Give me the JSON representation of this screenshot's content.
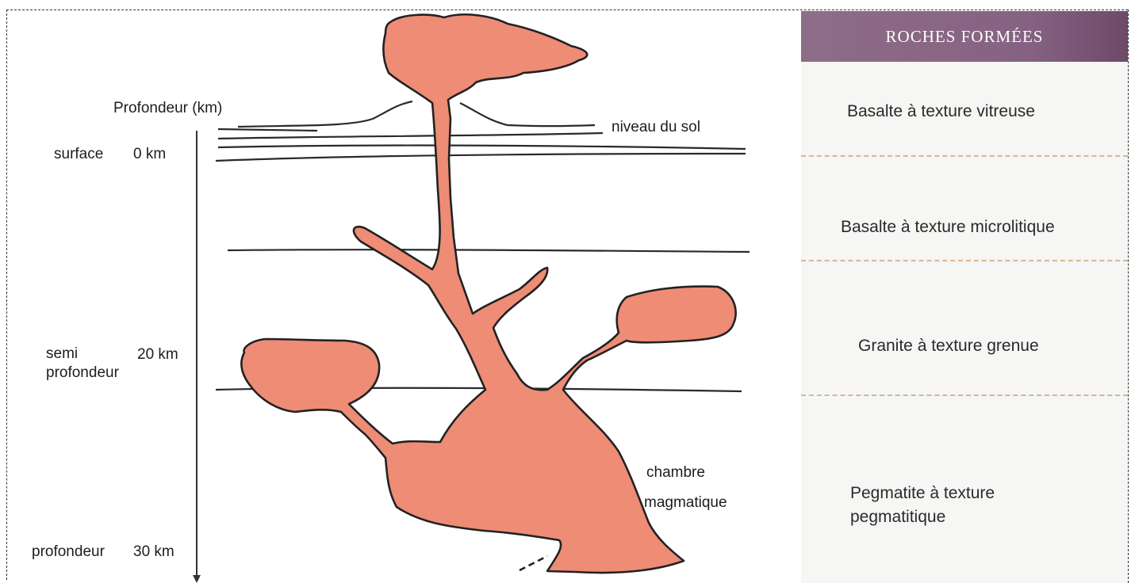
{
  "diagram": {
    "depth_axis_title": "Profondeur (km)",
    "ground_level_label": "niveau du sol",
    "chamber_label_line1": "chambre",
    "chamber_label_line2": "magmatique",
    "depth_levels": [
      {
        "name": "surface",
        "value": "0 km"
      },
      {
        "name_line1": "semi",
        "name_line2": "profondeur",
        "value": "20 km"
      },
      {
        "name": "profondeur",
        "value": "30 km"
      }
    ],
    "colors": {
      "magma": "#ee8c76",
      "outline": "#222222",
      "strata": "#2a2a2a"
    }
  },
  "rocks_panel": {
    "header": "ROCHES FORMÉES",
    "header_color": "#866282",
    "separator_color": "#d9b796",
    "rocks": [
      {
        "line1": "Basalte à texture vitreuse"
      },
      {
        "line1": "Basalte à texture microlitique"
      },
      {
        "line1": "Granite à texture grenue"
      },
      {
        "line1": "Pegmatite à texture",
        "line2": "pegmatitique"
      }
    ]
  }
}
